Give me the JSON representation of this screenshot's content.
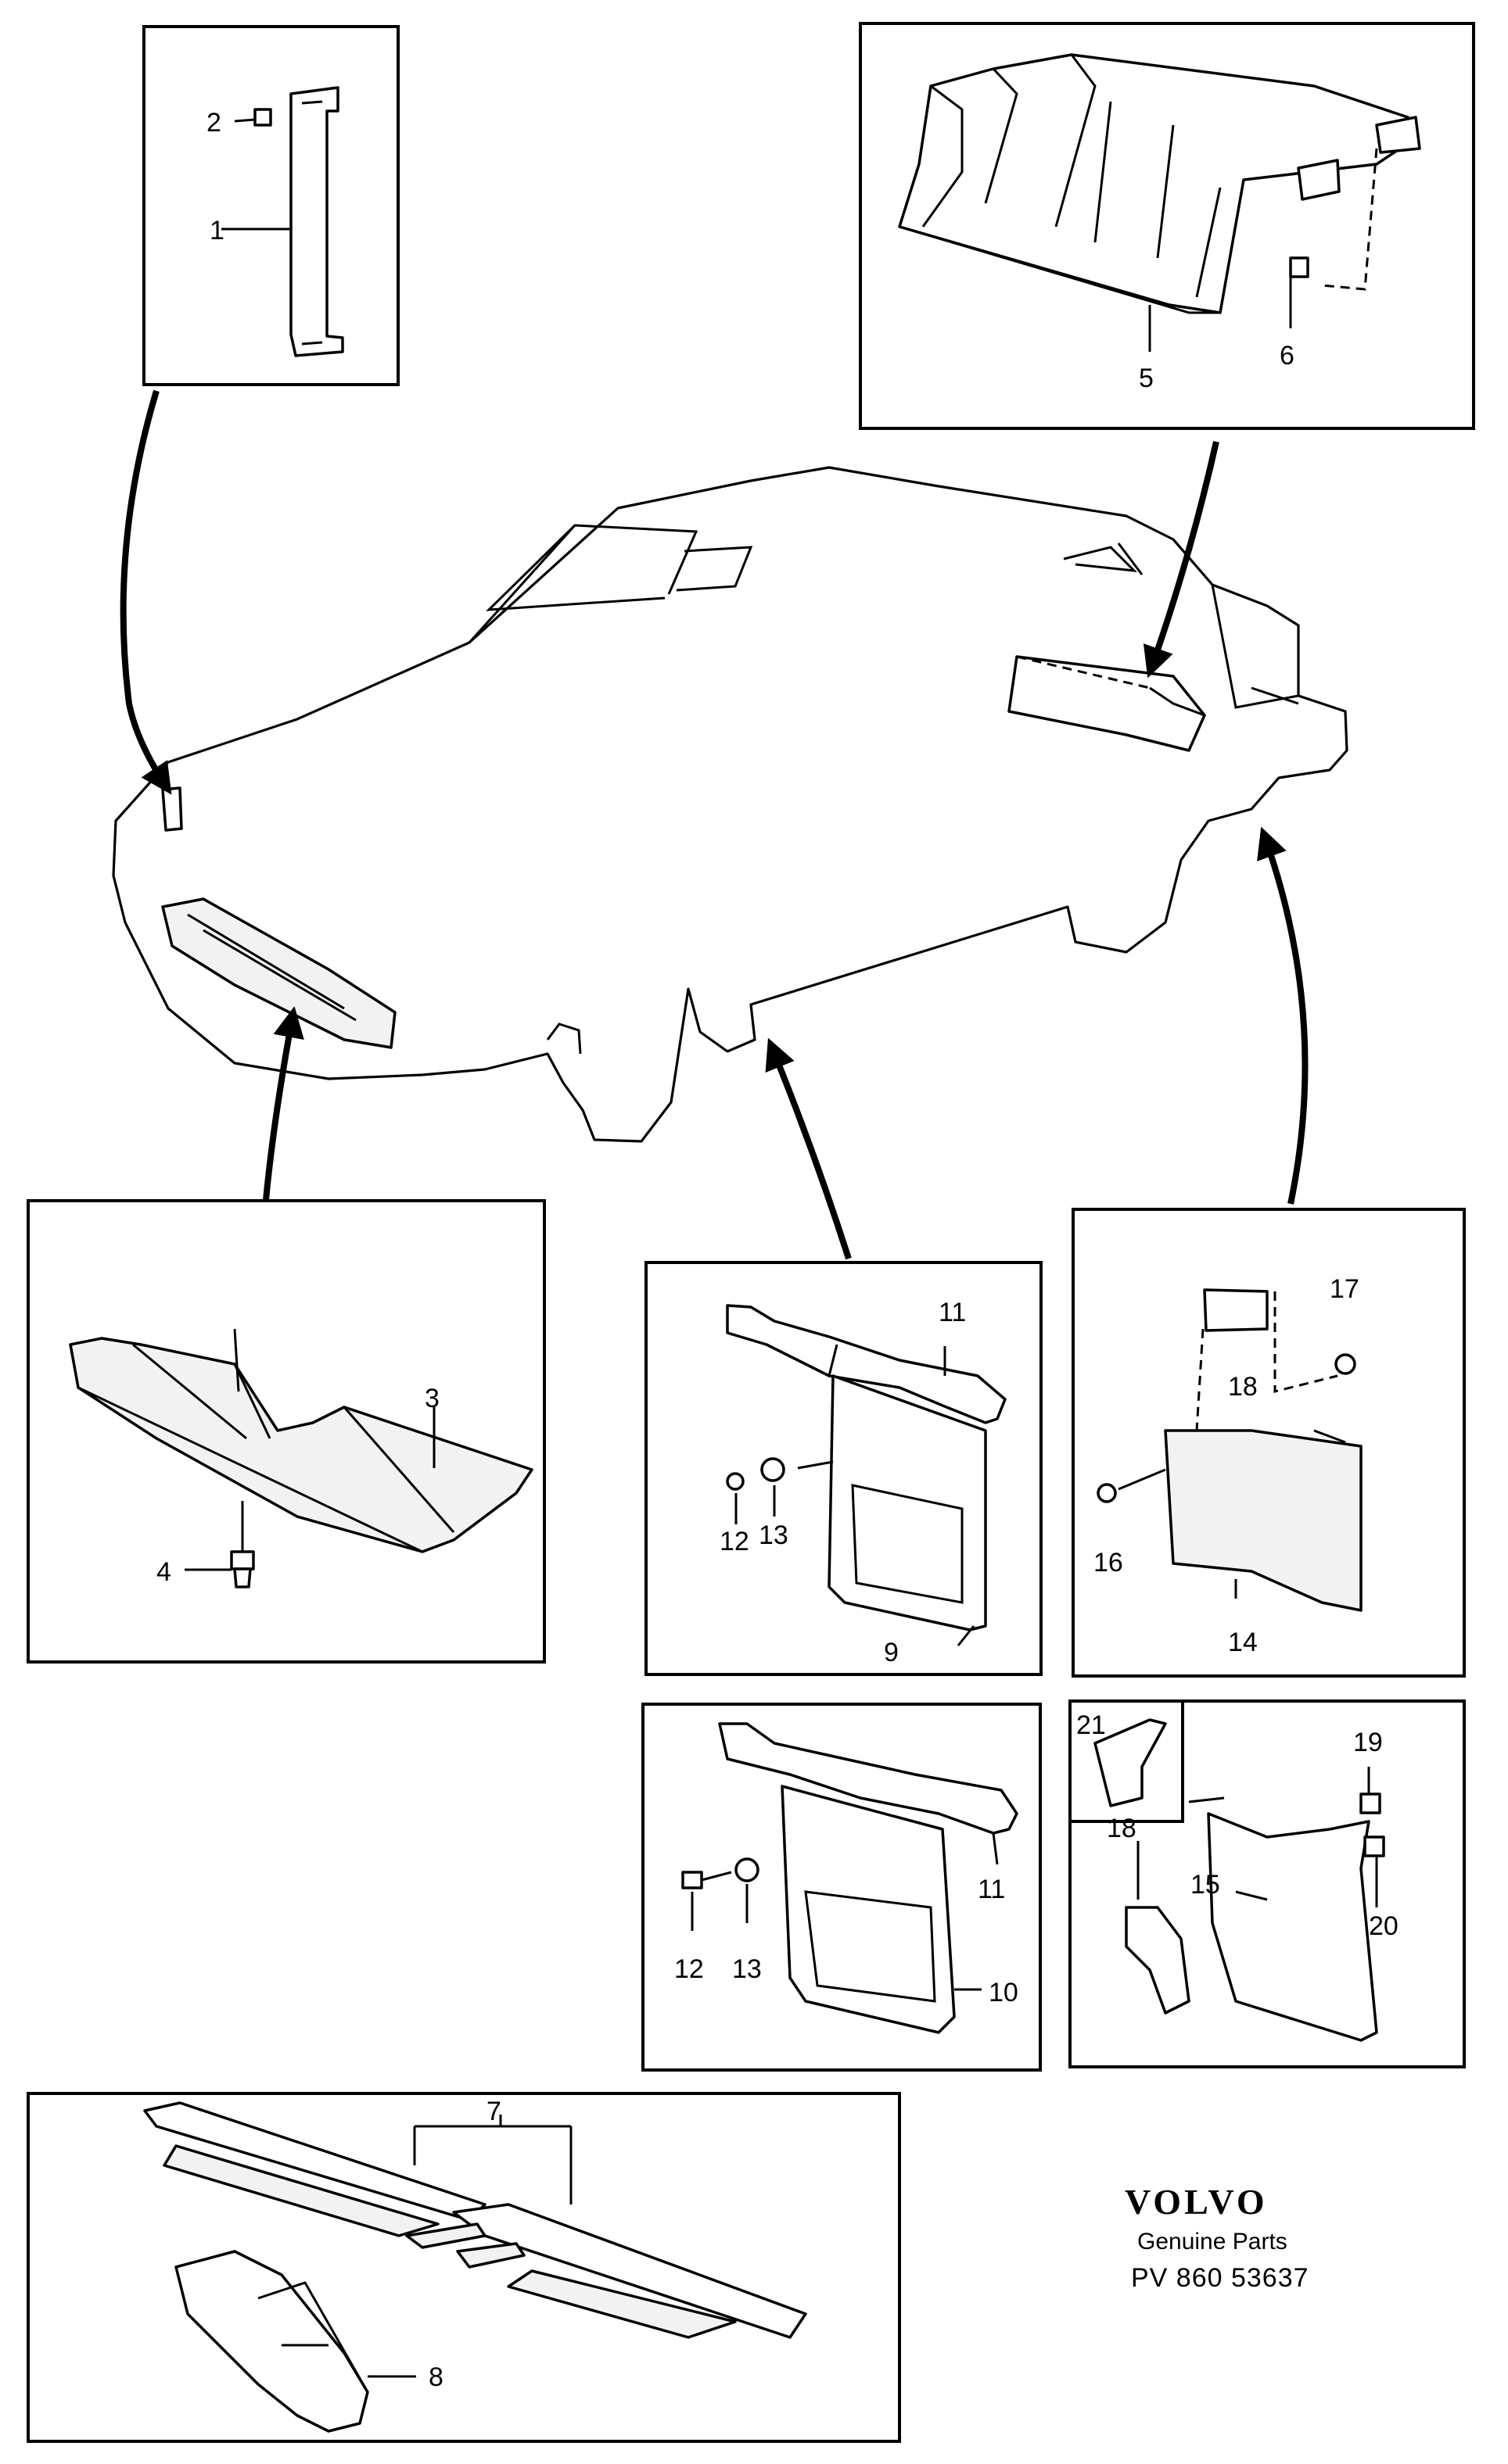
{
  "callouts": [
    "1",
    "2",
    "3",
    "4",
    "5",
    "6",
    "7",
    "8",
    "9",
    "10",
    "11",
    "11",
    "12",
    "12",
    "13",
    "13",
    "14",
    "15",
    "16",
    "17",
    "18",
    "18",
    "19",
    "20",
    "21"
  ],
  "footer": {
    "brand": "VOLVO",
    "subtitle": "Genuine Parts",
    "reference": "PV 860  53637"
  }
}
